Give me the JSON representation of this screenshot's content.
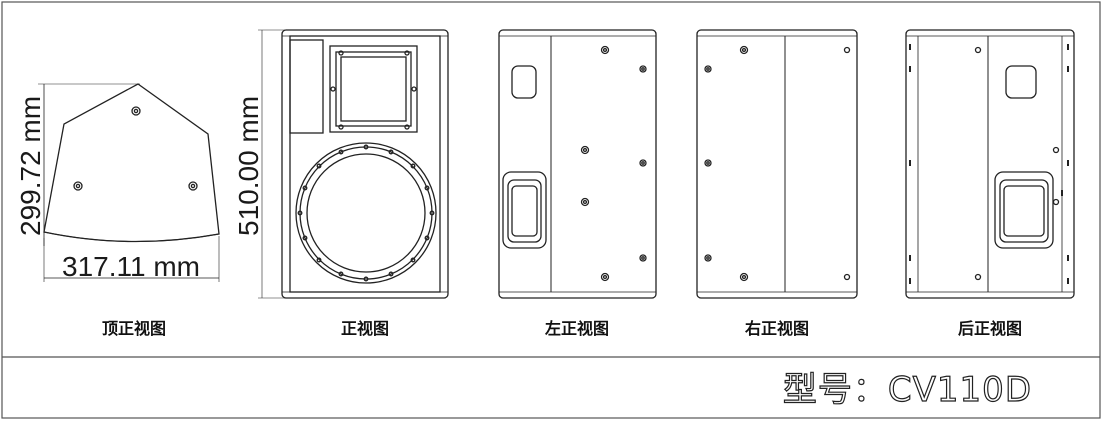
{
  "dimensions": {
    "height": "299.72 mm",
    "width": "317.11 mm",
    "front_height": "510.00 mm"
  },
  "views": {
    "top": "顶正视图",
    "front": "正视图",
    "left": "左正视图",
    "right": "右正视图",
    "back": "后正视图"
  },
  "model": {
    "label": "型号：",
    "value": "CV110D"
  }
}
